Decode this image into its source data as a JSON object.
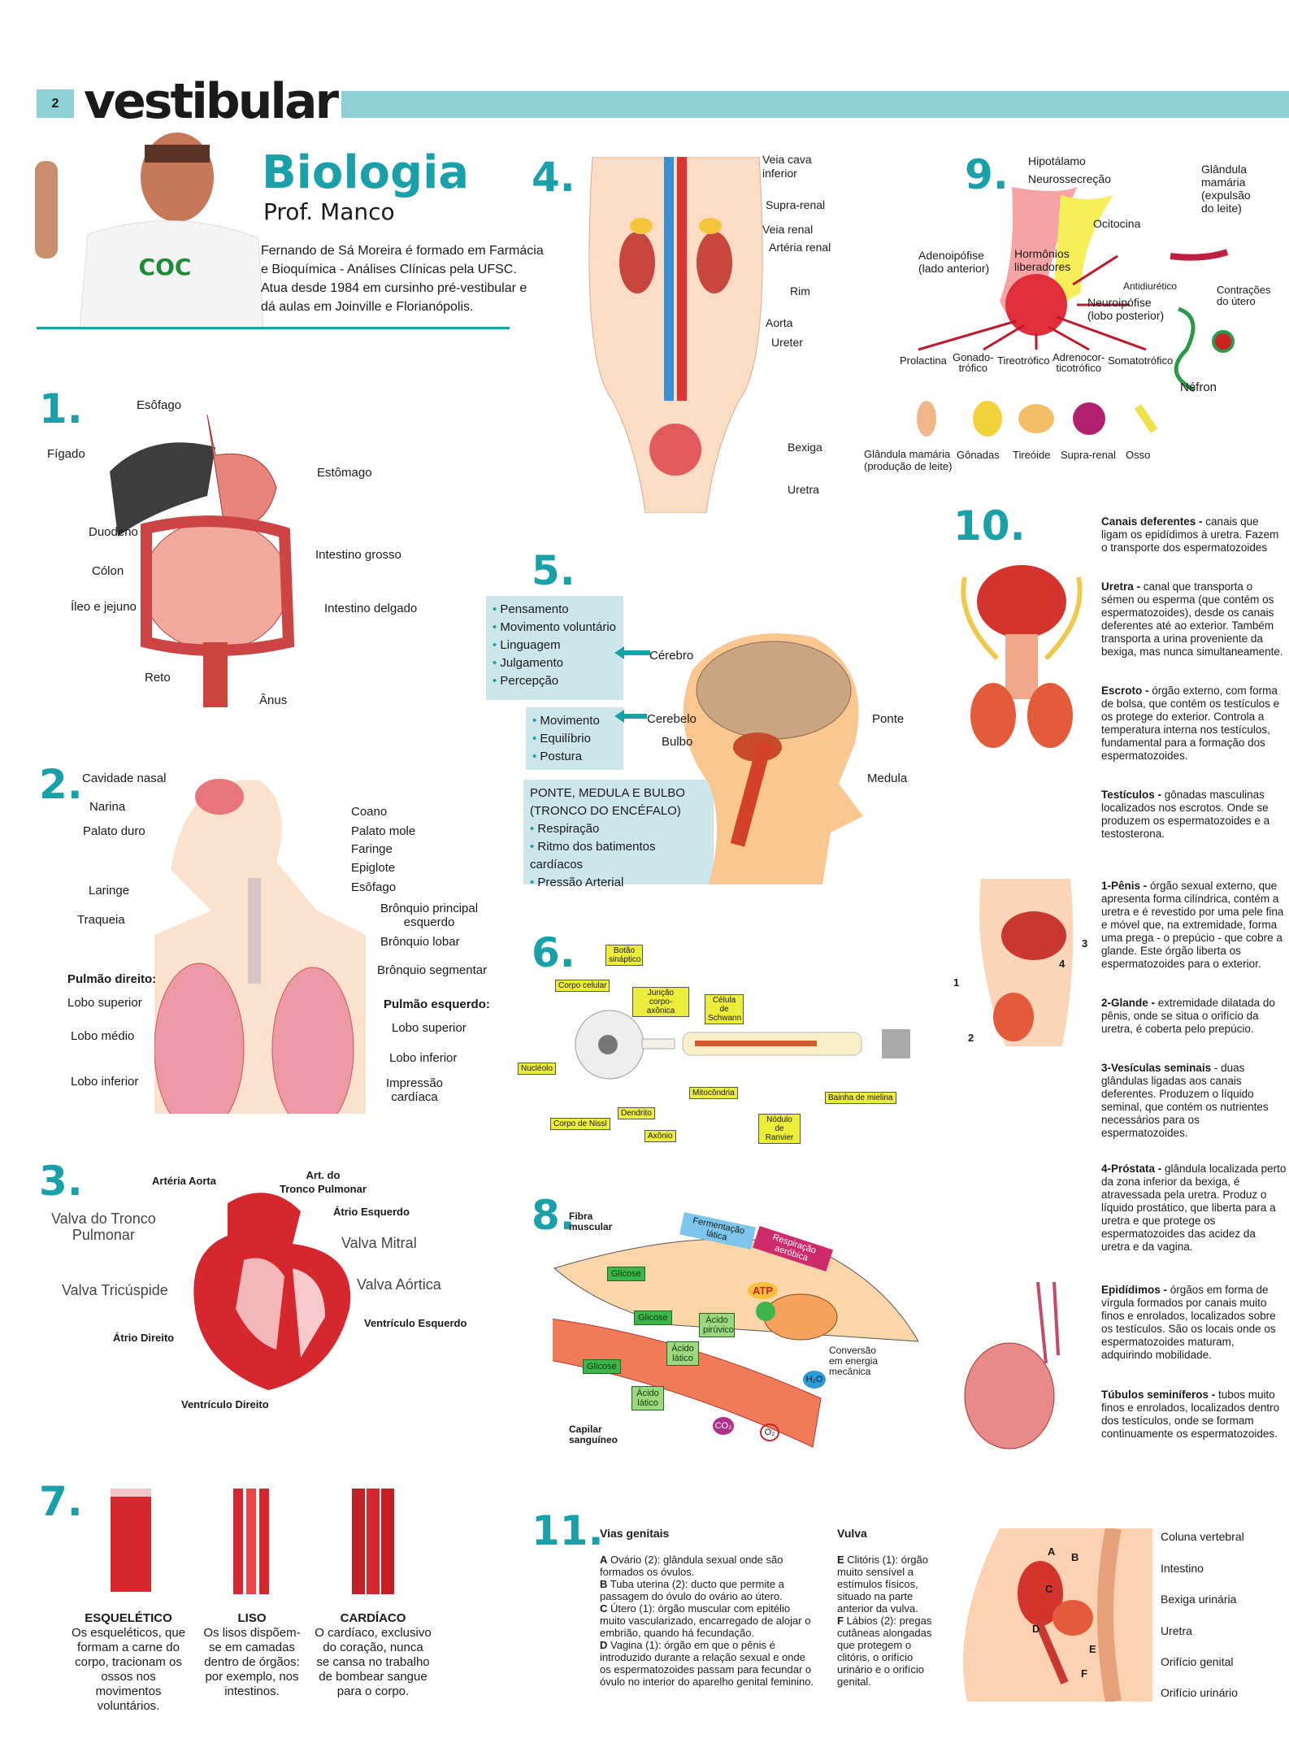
{
  "header": {
    "page_number": "2",
    "brand": "vestibular",
    "accent": "#8fcfd6",
    "teal": "#1aa0a8"
  },
  "intro": {
    "subject": "Biologia",
    "teacher": "Prof. Manco",
    "shirt_logo": "COC",
    "bio": [
      "Fernando de Sá Moreira é formado em Farmácia",
      "e Bioquímica - Análises Clínicas pela UFSC.",
      "Atua desde 1984 em cursinho pré-vestibular e",
      "dá aulas em Joinville e Florianópolis."
    ]
  },
  "s1": {
    "num": "1.",
    "labels": [
      "Esôfago",
      "Fígado",
      "Estômago",
      "Duodeno",
      "Intestino grosso",
      "Cólon",
      "Íleo e jejuno",
      "Intestino delgado",
      "Reto",
      "Ânus"
    ]
  },
  "s2": {
    "num": "2.",
    "labels": [
      "Cavidade nasal",
      "Narina",
      "Palato duro",
      "Laringe",
      "Traqueia",
      "Coano",
      "Palato mole",
      "Faringe",
      "Epiglote",
      "Esôfago",
      "Brônquio principal",
      "esquerdo",
      "Brônquio lobar",
      "Brônquio segmentar",
      "Pulmão direito:",
      "Lobo superior",
      "Lobo médio",
      "Lobo inferior",
      "Pulmão esquerdo:",
      "Lobo superior",
      "Lobo inferior",
      "Impressão",
      "cardíaca"
    ]
  },
  "s3": {
    "num": "3.",
    "labels": [
      "Artéria Aorta",
      "Art. do",
      "Tronco Pulmonar",
      "Átrio Esquerdo",
      "Valva do Tronco",
      "Pulmonar",
      "Valva Mitral",
      "Valva Tricúspide",
      "Valva Aórtica",
      "Ventrículo Esquerdo",
      "Átrio Direito",
      "Ventrículo Direito"
    ]
  },
  "s4": {
    "num": "4.",
    "labels": [
      "Veia cava",
      "inferior",
      "Supra-renal",
      "Veia renal",
      "Artéria renal",
      "Rim",
      "Aorta",
      "Ureter",
      "Bexiga",
      "Uretra"
    ]
  },
  "s5": {
    "num": "5.",
    "cerebro_items": [
      "Pensamento",
      "Movimento voluntário",
      "Linguagem",
      "Julgamento",
      "Percepção"
    ],
    "cerebelo_items": [
      "Movimento",
      "Equilíbrio",
      "Postura"
    ],
    "tronco_title": [
      "PONTE, MEDULA E BULBO",
      "(TRONCO DO  ENCÉFALO)"
    ],
    "tronco_items": [
      "Respiração",
      "Ritmo dos batimentos cardíacos",
      "Pressão Arterial"
    ],
    "labels": [
      "Cérebro",
      "Cerebelo",
      "Bulbo",
      "Ponte",
      "Medula"
    ]
  },
  "s6": {
    "num": "6.",
    "labels": [
      "Botão sináptico",
      "Corpo celular",
      "Junção corpo-axônica",
      "Célula de Schwann",
      "Nucléolo",
      "Dendrito",
      "Corpo de Nissl",
      "Axônio",
      "Mitocôndria",
      "Nódulo de Ranvier",
      "Bainha de mielina"
    ]
  },
  "s7": {
    "num": "7.",
    "types": [
      {
        "title": "ESQUELÉTICO",
        "text": [
          "Os esqueléticos, que",
          "formam a carne do",
          "corpo, tracionam os",
          "ossos nos movimentos",
          "voluntários."
        ]
      },
      {
        "title": "LISO",
        "text": [
          "Os lisos dispõem-",
          "se em camadas",
          "dentro de órgãos:",
          "por exemplo, nos",
          "intestinos."
        ]
      },
      {
        "title": "CARDÍACO",
        "text": [
          "O cardíaco, exclusivo",
          "do coração, nunca",
          "se cansa no trabalho",
          "de bombear sangue",
          "para o corpo."
        ]
      }
    ]
  },
  "s8": {
    "num": "8.",
    "labels": [
      "Fibra",
      "muscular",
      "Fermentação lática",
      "Respiração aeróbica",
      "Glicose",
      "Glicose",
      "Glicose",
      "Ácido pirúvico",
      "Ácido lático",
      "Ácido lático",
      "ATP",
      "Conversão",
      "em energia",
      "mecânica",
      "H₂O",
      "CO₂",
      "O₂",
      "Capilar",
      "sanguíneo"
    ]
  },
  "s9": {
    "num": "9.",
    "labels": [
      "Hipotálamo",
      "Neurossecreção",
      "Glândula",
      "mamária",
      "(expulsão",
      "do leite)",
      "Ocitocina",
      "Adenoipófise",
      "(lado anterior)",
      "Hormônios",
      "liberadores",
      "Antidiurético",
      "Contrações",
      "do útero",
      "Neuroipófise",
      "(lobo posterior)",
      "Prolactina",
      "Gonado-",
      "trófico",
      "Tireotrófico",
      "Adrenocor-",
      "ticotrófico",
      "Somatotrófico",
      "Néfron",
      "Glândula mamária",
      "(produção de leite)",
      "Gônadas",
      "Tireóide",
      "Supra-renal",
      "Osso"
    ]
  },
  "s10": {
    "num": "10.",
    "markers": [
      "1",
      "2",
      "3",
      "4"
    ],
    "items": [
      {
        "term": "Canais deferentes -",
        "text": " canais que ligam os epidídimos à uretra. Fazem o transporte dos espermatozoides"
      },
      {
        "term": "Uretra -",
        "text": " canal que transporta o sémen ou esperma (que contém os espermatozoides), desde os canais deferentes até ao exterior. Também transporta a urina proveniente da bexiga, mas nunca simultaneamente."
      },
      {
        "term": "Escroto -",
        "text": " órgão externo, com forma de bolsa, que contém os testículos e os protege do exterior. Controla a temperatura interna nos testículos, fundamental para a formação dos espermatozoides."
      },
      {
        "term": "Testículos -",
        "text": " gônadas masculinas localizados nos escrotos. Onde se produzem os espermatozoides e a testosterona."
      },
      {
        "term": "1-Pênis -",
        "text": " órgão sexual externo, que apresenta forma cilíndrica, contém a uretra e é revestido por uma pele fina e móvel que, na extremidade, forma uma prega - o prepúcio - que cobre a glande. Este órgão liberta os espermatozoides para o exterior."
      },
      {
        "term": "2-Glande -",
        "text": " extremidade dilatada do pênis, onde se situa o orifício da uretra, é coberta pelo prepúcio."
      },
      {
        "term": "3-Vesículas seminais",
        "text": " - duas glândulas ligadas aos canais deferentes. Produzem o líquido seminal, que contém os nutrientes necessários para os espermatozoides."
      },
      {
        "term": "4-Próstata -",
        "text": " glândula localizada perto da zona inferior da bexiga, é atravessada pela uretra. Produz o líquido prostático, que liberta para a uretra e que protege os espermatozoides das acidez da uretra e da vagina."
      },
      {
        "term": "Epidídimos -",
        "text": " órgãos em forma de vírgula formados por canais muito finos e enrolados, localizados sobre os testículos. São os locais onde os espermatozoides maturam, adquirindo mobilidade."
      },
      {
        "term": "Túbulos seminíferos -",
        "text": " tubos muito finos e enrolados, localizados dentro dos testículos, onde se formam continuamente os espermatozoides."
      }
    ]
  },
  "s11": {
    "num": "11.",
    "vias_title": "Vias genitais",
    "vias": [
      {
        "k": "A",
        "t": " Ovário (2): glândula sexual onde são formados os óvulos."
      },
      {
        "k": "B",
        "t": " Tuba uterina (2): ducto que permite a passagem do óvulo do ovário ao útero."
      },
      {
        "k": "C",
        "t": " Útero (1): órgão muscular com epitélio muito vascularizado, encarregado de alojar o embrião, quando há fecundação."
      },
      {
        "k": "D",
        "t": " Vagina (1): órgão em que o pênis é introduzido durante a relação sexual e onde os espermatozoides passam para fecundar o óvulo no interior do aparelho genital feminino."
      }
    ],
    "vulva_title": "Vulva",
    "vulva": [
      {
        "k": "E",
        "t": " Clitóris (1): órgão muito sensível a estímulos físicos, situado na parte anterior da vulva."
      },
      {
        "k": "F",
        "t": " Lábios (2): pregas cutâneas alongadas que protegem o clitóris, o orifício urinário e o orifício genital."
      }
    ],
    "letters": [
      "A",
      "B",
      "C",
      "D",
      "E",
      "F"
    ],
    "labels": [
      "Coluna vertebral",
      "Intestino",
      "Bexiga urinária",
      "Uretra",
      "Orifício genital",
      "Orifício urinário"
    ]
  }
}
